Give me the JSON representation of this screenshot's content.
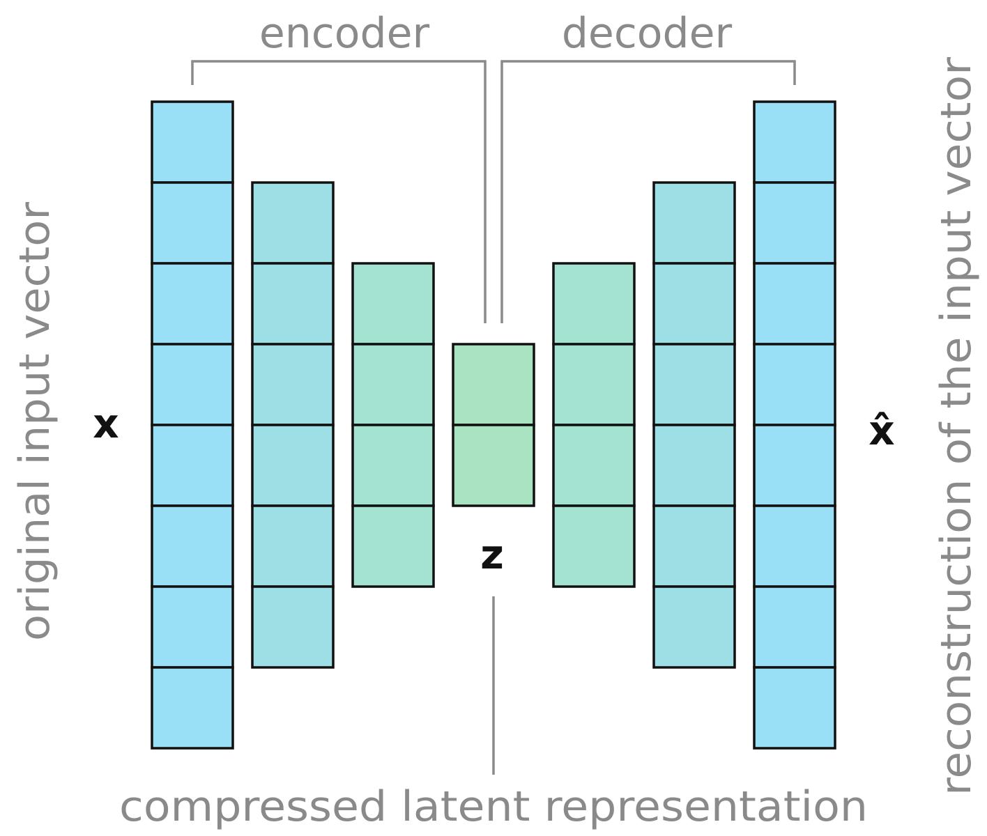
{
  "labels": {
    "encoder": "encoder",
    "decoder": "decoder",
    "input_symbol": "x",
    "output_symbol": "x̂",
    "latent_symbol": "z",
    "input_caption": "original input vector",
    "output_caption": "reconstruction of the input vector",
    "latent_caption": "compressed latent representation"
  },
  "layers": [
    {
      "name": "input",
      "cells": 8,
      "color": "#99dff5"
    },
    {
      "name": "encoder-hidden-1",
      "cells": 6,
      "color": "#9edfe6"
    },
    {
      "name": "encoder-hidden-2",
      "cells": 4,
      "color": "#a4e3d2"
    },
    {
      "name": "latent",
      "cells": 2,
      "color": "#a9e3c2"
    },
    {
      "name": "decoder-hidden-1",
      "cells": 4,
      "color": "#a4e3d2"
    },
    {
      "name": "decoder-hidden-2",
      "cells": 6,
      "color": "#9edfe6"
    },
    {
      "name": "output",
      "cells": 8,
      "color": "#99dff5"
    }
  ],
  "colors": {
    "caption": "#8a8a8a",
    "bracket": "#8a8a8a",
    "cell_border": "#111111",
    "symbol": "#111111"
  }
}
